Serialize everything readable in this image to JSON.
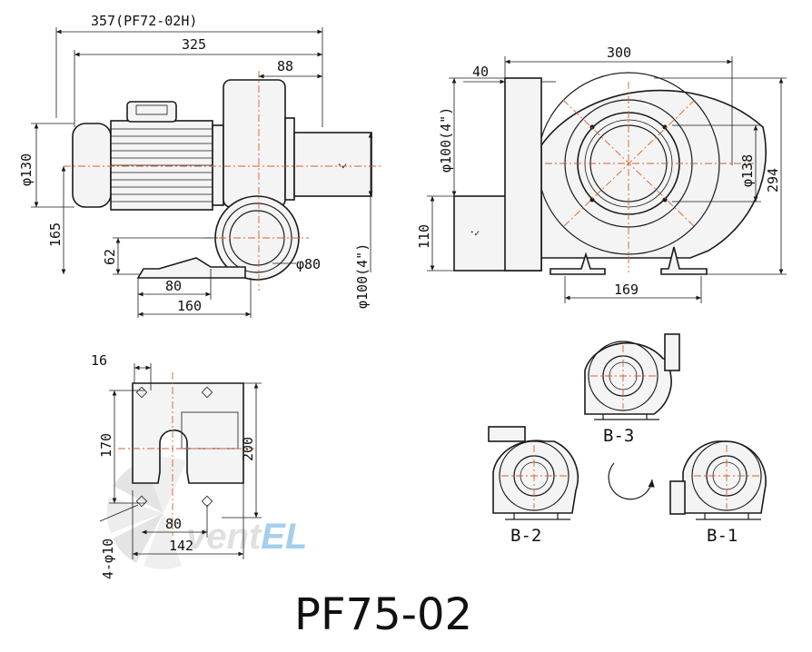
{
  "title": "PF75-02",
  "watermark": "ventel",
  "front_view": {
    "dims": {
      "overall": "357(PF72-02H)",
      "width": "325",
      "outlet_offset": "88",
      "motor_dia": "φ130",
      "height_165": "165",
      "height_62": "62",
      "base_80": "80",
      "base_160": "160",
      "inlet_dia": "φ80",
      "outlet_dia": "φ100(4\")"
    }
  },
  "side_view": {
    "dims": {
      "width": "300",
      "offset_40": "40",
      "outlet_dia": "φ100(4\")",
      "height_110": "110",
      "inlet_dia": "φ138",
      "height_294": "294",
      "base_169": "169"
    }
  },
  "base_plate": {
    "dims": {
      "edge_16": "16",
      "pitch_170": "170",
      "height_200": "200",
      "pitch_80": "80",
      "width_142": "142",
      "holes": "4-φ10"
    }
  },
  "orientations": [
    "B-3",
    "B-2",
    "B-1"
  ],
  "colors": {
    "centerline": "#d9602a",
    "watermark_grey": "#c8c8c8",
    "watermark_blue": "#5aa8e0"
  }
}
